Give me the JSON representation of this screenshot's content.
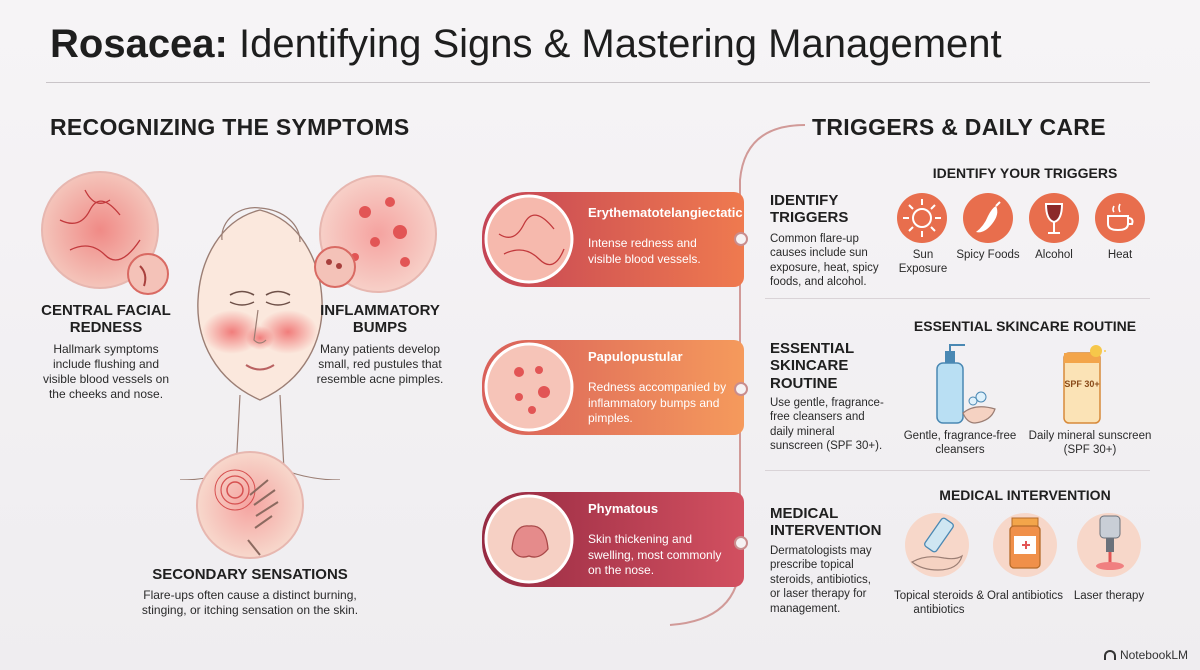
{
  "title": {
    "bold": "Rosacea:",
    "rest": " Identifying Signs & Mastering Management"
  },
  "left": {
    "heading": "RECOGNIZING THE SYMPTOMS",
    "central": {
      "title": "CENTRAL FACIAL REDNESS",
      "text": "Hallmark symptoms include flushing and visible blood vessels on the cheeks and nose."
    },
    "bumps": {
      "title": "INFLAMMATORY BUMPS",
      "text": "Many patients develop small, red pustules that resemble acne pimples."
    },
    "secondary": {
      "title": "SECONDARY SENSATIONS",
      "text": "Flare-ups often cause a distinct burning, stinging, or itching sensation on the skin."
    }
  },
  "types": [
    {
      "title": "Erythematotelangiectatic",
      "text": "Intense redness and visible blood vessels."
    },
    {
      "title": "Papulopustular",
      "text": "Redness accompanied by inflammatory bumps and pimples."
    },
    {
      "title": "Phymatous",
      "text": "Skin thickening and swelling, most commonly on the nose."
    }
  ],
  "right": {
    "heading": "TRIGGERS & DAILY CARE",
    "triggers": {
      "title": "IDENTIFY TRIGGERS",
      "text": "Common flare-up causes include sun exposure, heat, spicy foods, and alcohol.",
      "subheading": "IDENTIFY YOUR TRIGGERS",
      "icons": [
        "Sun Exposure",
        "Spicy Foods",
        "Alcohol",
        "Heat"
      ]
    },
    "skincare": {
      "title": "ESSENTIAL SKINCARE ROUTINE",
      "text": "Use gentle, fragrance-free cleansers and daily mineral sunscreen (SPF 30+).",
      "subheading": "ESSENTIAL SKINCARE ROUTINE",
      "items": [
        "Gentle, fragrance-free cleansers",
        "Daily mineral sunscreen (SPF 30+)"
      ],
      "spf_label": "SPF 30+"
    },
    "medical": {
      "title": "MEDICAL INTERVENTION",
      "text": "Dermatologists may prescribe topical steroids, antibiotics, or laser therapy for management.",
      "subheading": "MEDICAL INTERVENTION",
      "items": [
        "Topical steroids & antibiotics",
        "Oral antibiotics",
        "Laser therapy"
      ]
    }
  },
  "footer": "NotebookLM",
  "colors": {
    "accent": "#d9584a",
    "dark_red": "#9e2b45",
    "orange": "#ef8450",
    "skin": "#f6d8c8"
  }
}
